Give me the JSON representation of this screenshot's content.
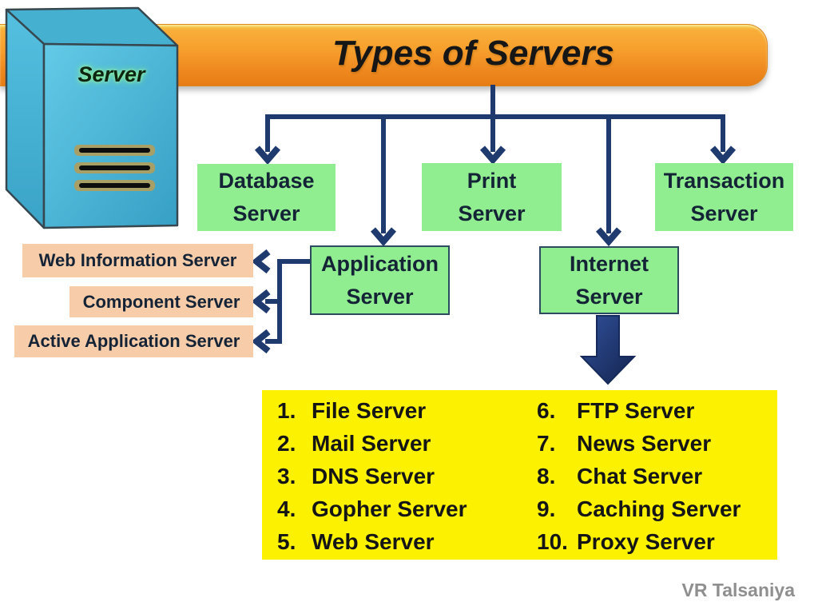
{
  "slide": {
    "title": "Types of Servers",
    "watermark": "VR Talsaniya"
  },
  "server_tower": {
    "label": "Server"
  },
  "tree": {
    "main_servers": [
      {
        "label": "Database\nServer"
      },
      {
        "label": "Print\nServer"
      },
      {
        "label": "Transaction\nServer"
      },
      {
        "label": "Application\nServer"
      },
      {
        "label": "Internet\nServer"
      }
    ],
    "application_sub_servers": [
      {
        "label": "Web Information Server"
      },
      {
        "label": "Component Server"
      },
      {
        "label": "Active Application Server"
      }
    ]
  },
  "internet_server_types": {
    "left_column": [
      {
        "num": "1.",
        "label": "File Server"
      },
      {
        "num": "2.",
        "label": "Mail Server"
      },
      {
        "num": "3.",
        "label": "DNS Server"
      },
      {
        "num": "4.",
        "label": "Gopher Server"
      },
      {
        "num": "5.",
        "label": "Web Server"
      }
    ],
    "right_column": [
      {
        "num": "6.",
        "label": "FTP Server"
      },
      {
        "num": "7.",
        "label": "News Server"
      },
      {
        "num": "8.",
        "label": "Chat Server"
      },
      {
        "num": "9.",
        "label": "Caching Server"
      },
      {
        "num": "10.",
        "label": "Proxy Server"
      }
    ]
  },
  "colors": {
    "banner_orange": "#F59C2C",
    "box_green": "#90EE90",
    "box_peach": "#F7CDA9",
    "panel_yellow": "#FCF200",
    "connector_navy": "#1E3A6E",
    "tower_cyan": "#4ABBDC",
    "watermark_gray": "#8F8F8F"
  }
}
